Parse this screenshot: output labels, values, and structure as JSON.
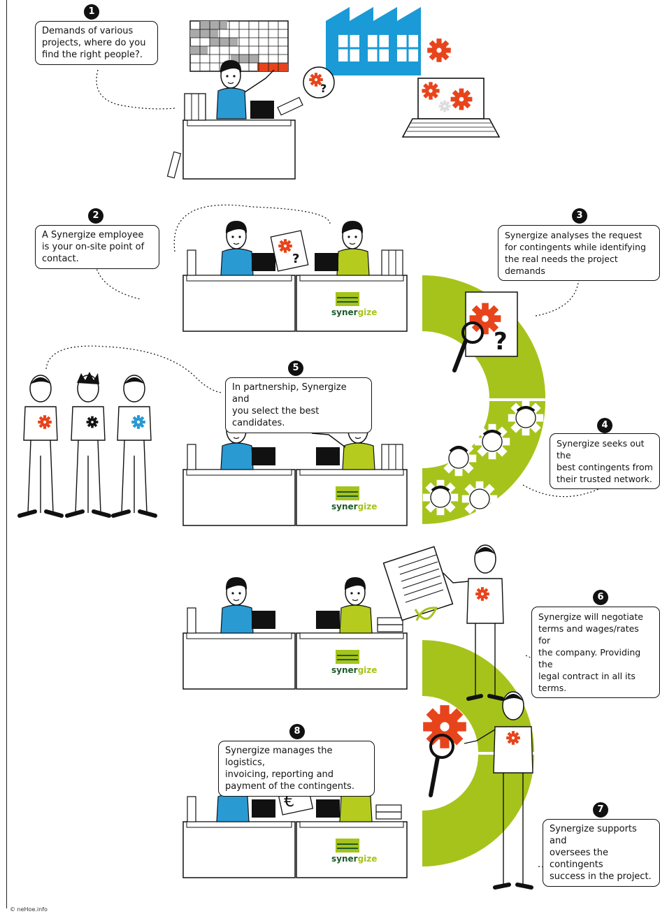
{
  "steps": [
    {
      "number": "1",
      "text": "Demands of various\nprojects, where do you\nfind the right people?."
    },
    {
      "number": "2",
      "text": "A Synergize employee\nis your on-site point of\ncontact."
    },
    {
      "number": "3",
      "text": "Synergize analyses the request\nfor contingents while identifying\nthe real needs the project demands"
    },
    {
      "number": "4",
      "text": "Synergize seeks out the\nbest contingents from\ntheir trusted network."
    },
    {
      "number": "5",
      "text": "In partnership, Synergize and\nyou select the best candidates."
    },
    {
      "number": "6",
      "text": "Synergize will negotiate\nterms and wages/rates for\nthe company. Providing the\nlegal contract in all its terms."
    },
    {
      "number": "7",
      "text": "Synergize supports and\noversees the contingents\nsuccess in the project."
    },
    {
      "number": "8",
      "text": "Synergize manages the logistics,\ninvoicing, reporting and\npayment of the contingents."
    }
  ],
  "logo": {
    "part1": "syner",
    "part2": "gize"
  },
  "glyphs": {
    "question": "?",
    "euro": "€"
  },
  "copyright": "© neHoe.info",
  "colors": {
    "accent_green": "#a6c31b",
    "gear_orange": "#e8441c",
    "factory_blue": "#1a9ad6",
    "shirt_blue": "#2a9ad3",
    "shirt_lime": "#b5cc1f"
  }
}
